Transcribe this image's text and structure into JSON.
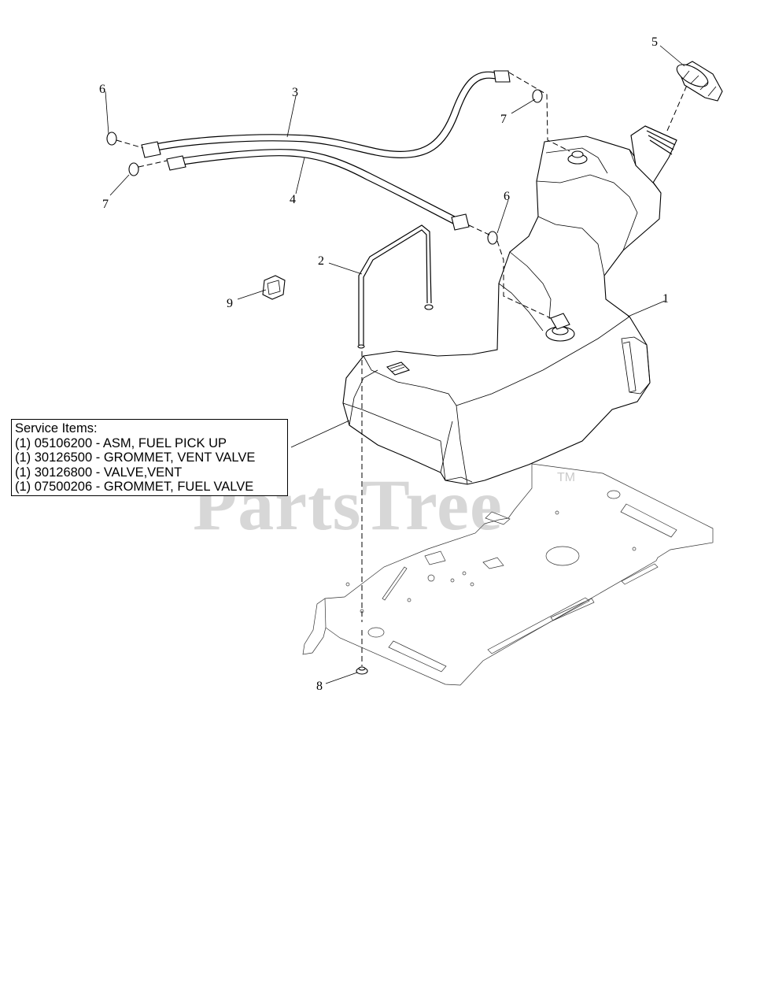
{
  "callouts": {
    "c1": "1",
    "c2": "2",
    "c3": "3",
    "c4": "4",
    "c5": "5",
    "c6a": "6",
    "c6b": "6",
    "c7a": "7",
    "c7b": "7",
    "c8": "8",
    "c9": "9"
  },
  "service_items": {
    "heading": "Service Items:",
    "lines": [
      "(1) 05106200 - ASM, FUEL PICK UP",
      "(1) 30126500 - GROMMET, VENT VALVE",
      "(1) 30126800 - VALVE,VENT",
      "(1) 07500206 - GROMMET, FUEL VALVE"
    ]
  },
  "watermark": {
    "text": "PartsTree",
    "tm": "TM"
  }
}
